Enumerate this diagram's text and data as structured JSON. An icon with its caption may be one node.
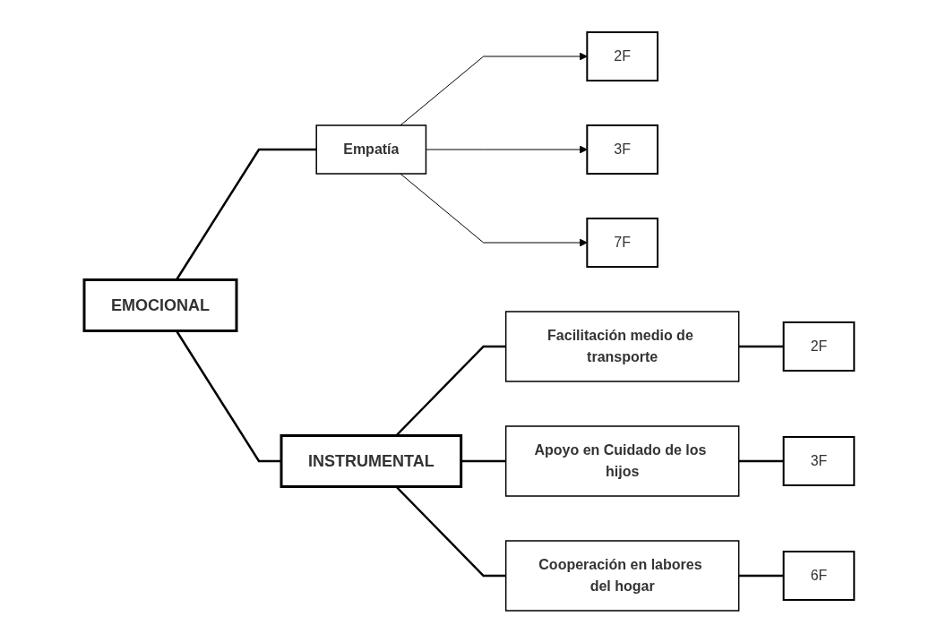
{
  "diagram": {
    "nodes": [
      {
        "text": [
          "EMOCIONAL"
        ]
      },
      {
        "text": [
          "Empatía"
        ]
      },
      {
        "text": [
          "2F"
        ]
      },
      {
        "text": [
          "3F"
        ]
      },
      {
        "text": [
          "7F"
        ]
      },
      {
        "text": [
          "INSTRUMENTAL"
        ]
      },
      {
        "text": [
          "Facilitación medio de transporte"
        ]
      },
      {
        "text": [
          "Apoyo en Cuidado de los hijos"
        ]
      },
      {
        "text": [
          "Cooperación en labores del hogar"
        ]
      },
      {
        "text": [
          "2F"
        ]
      },
      {
        "text": [
          "3F"
        ]
      },
      {
        "text": [
          "6F"
        ]
      }
    ],
    "edges": [
      {
        "from": 0,
        "to": 5,
        "arrow": "none"
      },
      {
        "from": 0,
        "to": 1,
        "arrow": "none"
      },
      {
        "from": 1,
        "to": 2,
        "arrow": "to"
      },
      {
        "from": 1,
        "to": 3,
        "arrow": "to"
      },
      {
        "from": 1,
        "to": 4,
        "arrow": "to"
      },
      {
        "from": 5,
        "to": 6,
        "arrow": "none"
      },
      {
        "from": 5,
        "to": 7,
        "arrow": "none"
      },
      {
        "from": 5,
        "to": 8,
        "arrow": "none"
      },
      {
        "from": 6,
        "to": 9,
        "arrow": "none"
      },
      {
        "from": 7,
        "to": 10,
        "arrow": "none"
      },
      {
        "from": 8,
        "to": 11,
        "arrow": "none"
      }
    ]
  }
}
